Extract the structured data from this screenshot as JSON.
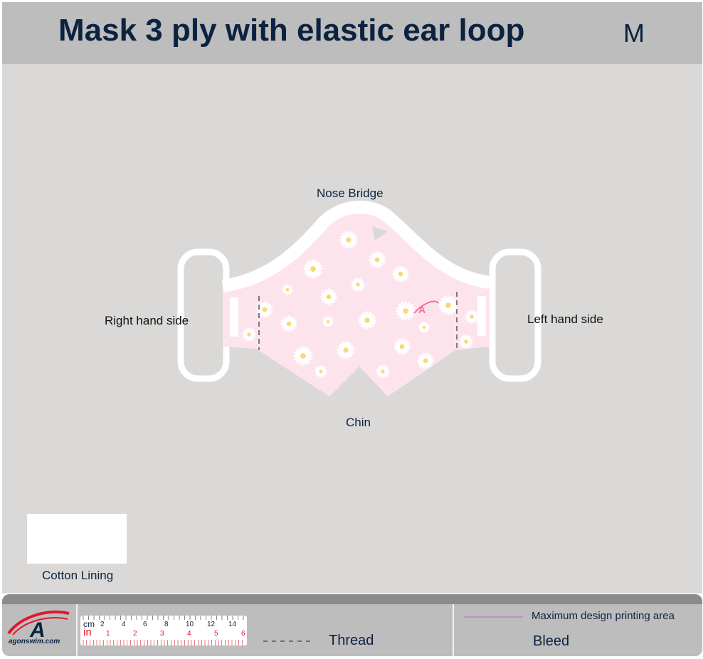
{
  "header": {
    "title": "Mask 3 ply with elastic ear loop",
    "size": "M"
  },
  "labels": {
    "nose_bridge": "Nose Bridge",
    "chin": "Chin",
    "right_side": "Right hand side",
    "left_side": "Left hand side"
  },
  "legend": {
    "cotton_lining": "Cotton Lining",
    "thread": "Thread",
    "max_area": "Maximum design printing area",
    "bleed": "Bleed"
  },
  "logo": {
    "text": "agonswim.com"
  },
  "ruler": {
    "cm_unit": "cm",
    "in_unit": "in",
    "cm_ticks": [
      "2",
      "4",
      "6",
      "8",
      "10",
      "12",
      "14"
    ],
    "in_ticks": [
      "1",
      "2",
      "3",
      "4",
      "5",
      "6"
    ]
  },
  "colors": {
    "mask_fabric": "#fde4ec",
    "daisy_center": "#f8d97a",
    "title": "#0c2340",
    "max_area_line": "#c38fc3",
    "logo_red": "#e0182d"
  }
}
